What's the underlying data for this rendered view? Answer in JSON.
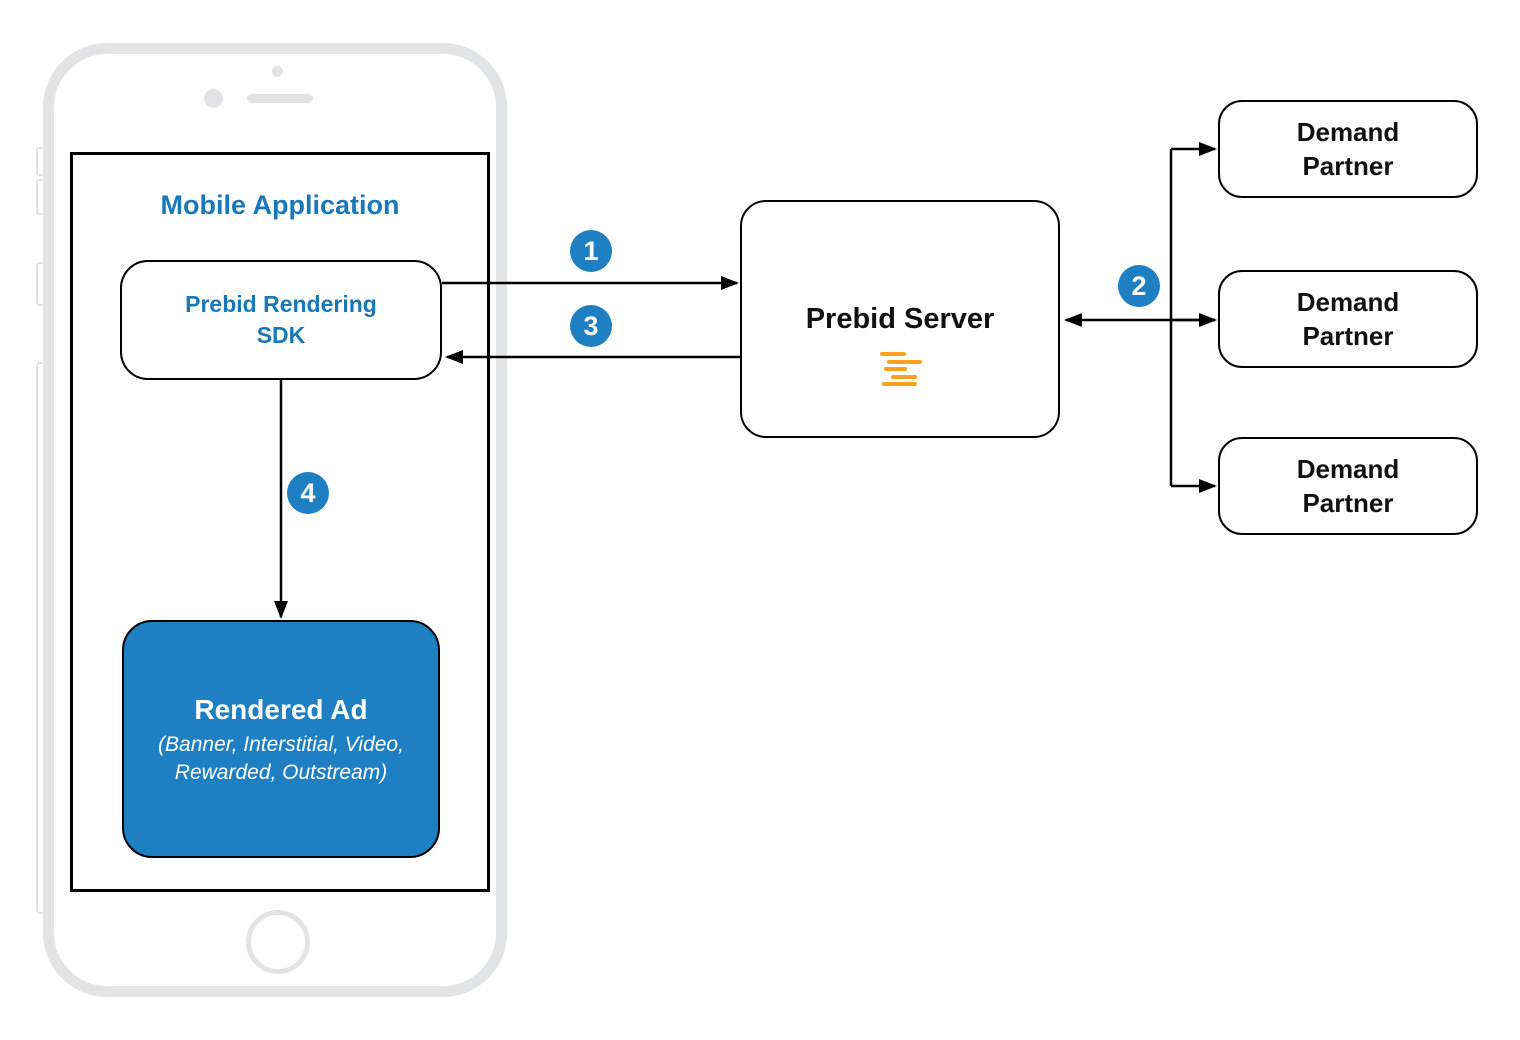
{
  "diagram": {
    "phone": {
      "app_title": "Mobile Application",
      "sdk_box": {
        "line1": "Prebid Rendering",
        "line2": "SDK"
      },
      "ad_box": {
        "title": "Rendered Ad",
        "subtitle1": "(Banner, Interstitial, Video,",
        "subtitle2": "Rewarded, Outstream)"
      }
    },
    "server_box": {
      "label": "Prebid Server"
    },
    "demand_partners": [
      {
        "line1": "Demand",
        "line2": "Partner"
      },
      {
        "line1": "Demand",
        "line2": "Partner"
      },
      {
        "line1": "Demand",
        "line2": "Partner"
      }
    ],
    "step_badges": [
      "1",
      "2",
      "3",
      "4"
    ],
    "icons": {
      "server_logo": "prebid-logo-icon"
    },
    "colors": {
      "accent_blue": "#1E80C3",
      "text_blue": "#1878B8",
      "brand_orange": "#F9A11C",
      "line_black": "#000000",
      "phone_gray": "#E2E3E5",
      "nub_gray": "#E0E1E3"
    }
  }
}
